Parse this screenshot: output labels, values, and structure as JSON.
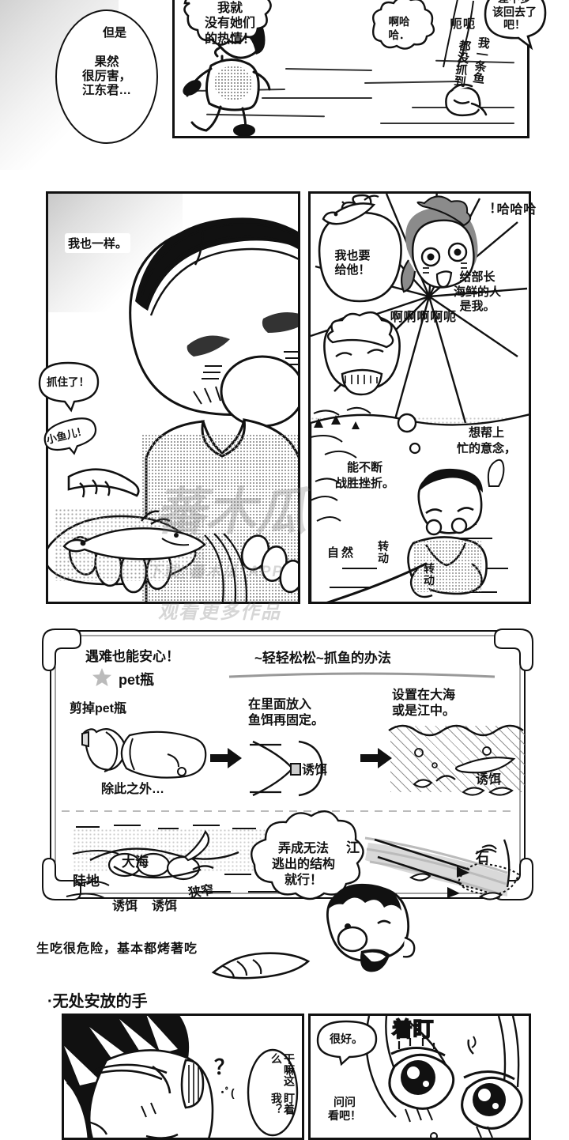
{
  "page": {
    "watermark_text": "观看更多作品",
    "watermark_app": "APP",
    "watermark_sub": "下载“呆呆瓜”APP"
  },
  "panel1": {
    "name": "beach-running-panel",
    "bubbles": [
      {
        "id": "b1",
        "text": "但是",
        "style": "plain"
      },
      {
        "id": "b2",
        "text": "果然\n很厉害，\n江东君…",
        "style": "oval-thought"
      },
      {
        "id": "b3",
        "text": "我就\n没有她们\n的热情！",
        "style": "spiky"
      },
      {
        "id": "b4",
        "text": "啊哈\n哈．",
        "style": "cloud"
      },
      {
        "id": "b5",
        "text": "呃\n呃",
        "style": "plain-vertical"
      },
      {
        "id": "b6",
        "text": "差不多\n该回去了\n吧！",
        "style": "speech"
      },
      {
        "id": "b7",
        "text": "我一条鱼",
        "style": "handwritten-vertical"
      },
      {
        "id": "b8",
        "text": "都没抓到",
        "style": "handwritten-vertical"
      }
    ]
  },
  "panel2": {
    "name": "closeup-fish-panel",
    "bubbles": [
      {
        "id": "c1",
        "text": "我也一样。",
        "style": "narration"
      },
      {
        "id": "c2",
        "text": "抓住了！",
        "style": "speech"
      },
      {
        "id": "c3",
        "text": "小鱼儿！",
        "style": "speech-tilted"
      }
    ]
  },
  "panel3": {
    "name": "girls-beach-panel",
    "bubbles": [
      {
        "id": "d1",
        "text": "我也要\n给他！",
        "style": "speech"
      },
      {
        "id": "d2",
        "text": "给部长\n海鲜的人\n是我。",
        "style": "speech"
      },
      {
        "id": "d3",
        "text": "哈\n哈\n哈\n！",
        "style": "handwritten-vertical"
      },
      {
        "id": "d4",
        "text": "呃\n啊\n啊\n啊\n啊",
        "style": "handwritten-vertical"
      },
      {
        "id": "d5",
        "text": "想帮上\n忙的意念，",
        "style": "narration"
      },
      {
        "id": "d6",
        "text": "能不断\n战胜挫折。",
        "style": "narration"
      },
      {
        "id": "d7",
        "text": "自然",
        "style": "sfx"
      },
      {
        "id": "d8",
        "text": "转\n动",
        "style": "sfx"
      },
      {
        "id": "d9",
        "text": "转\n动",
        "style": "sfx"
      }
    ]
  },
  "panel4": {
    "name": "whiteboard-howto-panel",
    "heading_left": "遇难也能安心！",
    "heading_right": "~轻轻松松~抓鱼的办法",
    "star_label": "pet瓶",
    "steps": [
      {
        "label": "剪掉pet瓶",
        "note": "除此之外…"
      },
      {
        "label": "在里面放入\n鱼饵再固定。",
        "bait": "诱饵"
      },
      {
        "label": "设置在大海\n或是江中。",
        "bait": "诱饵"
      }
    ],
    "map_labels": {
      "sea": "大海",
      "land": "陆地",
      "bait_1": "诱饵",
      "bait_2": "诱饵",
      "narrow": "狭窄",
      "river": "江",
      "stone": "石"
    },
    "bubble_text": "弄成无法\n逃出的结构\n就行！",
    "footer_note": "生吃很危险，基本都烤著吃"
  },
  "section_title": "·无处安放的手",
  "panel5": {
    "name": "boy-glasses-panel",
    "bubbles": [
      {
        "id": "e1",
        "text": "？",
        "style": "mark"
      },
      {
        "id": "e2",
        "text": "干嘛这么",
        "style": "vertical"
      },
      {
        "id": "e3",
        "text": "盯着我？",
        "style": "vertical"
      }
    ]
  },
  "panel6": {
    "name": "girl-eyes-panel",
    "bubbles": [
      {
        "id": "f1",
        "text": "很好。",
        "style": "speech"
      },
      {
        "id": "f2",
        "text": "问问\n看吧！",
        "style": "speech"
      },
      {
        "id": "f3",
        "text": "盯\n着",
        "style": "sfx-big"
      }
    ]
  }
}
